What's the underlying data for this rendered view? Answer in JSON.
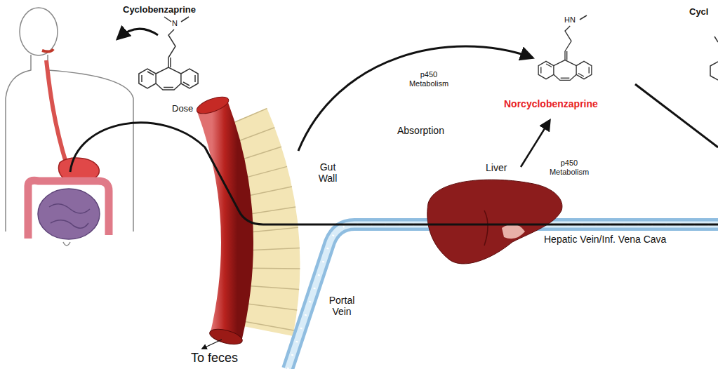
{
  "diagram": {
    "labels": [
      "Cyclobenzaprine",
      "N",
      "Dose",
      "p450 Metabolism",
      "Absorption",
      "Gut Wall",
      "HN",
      "Norcyclobenzaprine",
      "p450 Metabolism",
      "Liver",
      "Hepatic Vein/Inf. Vena Cava",
      "Portal Vein",
      "To feces",
      "Cycl"
    ]
  }
}
